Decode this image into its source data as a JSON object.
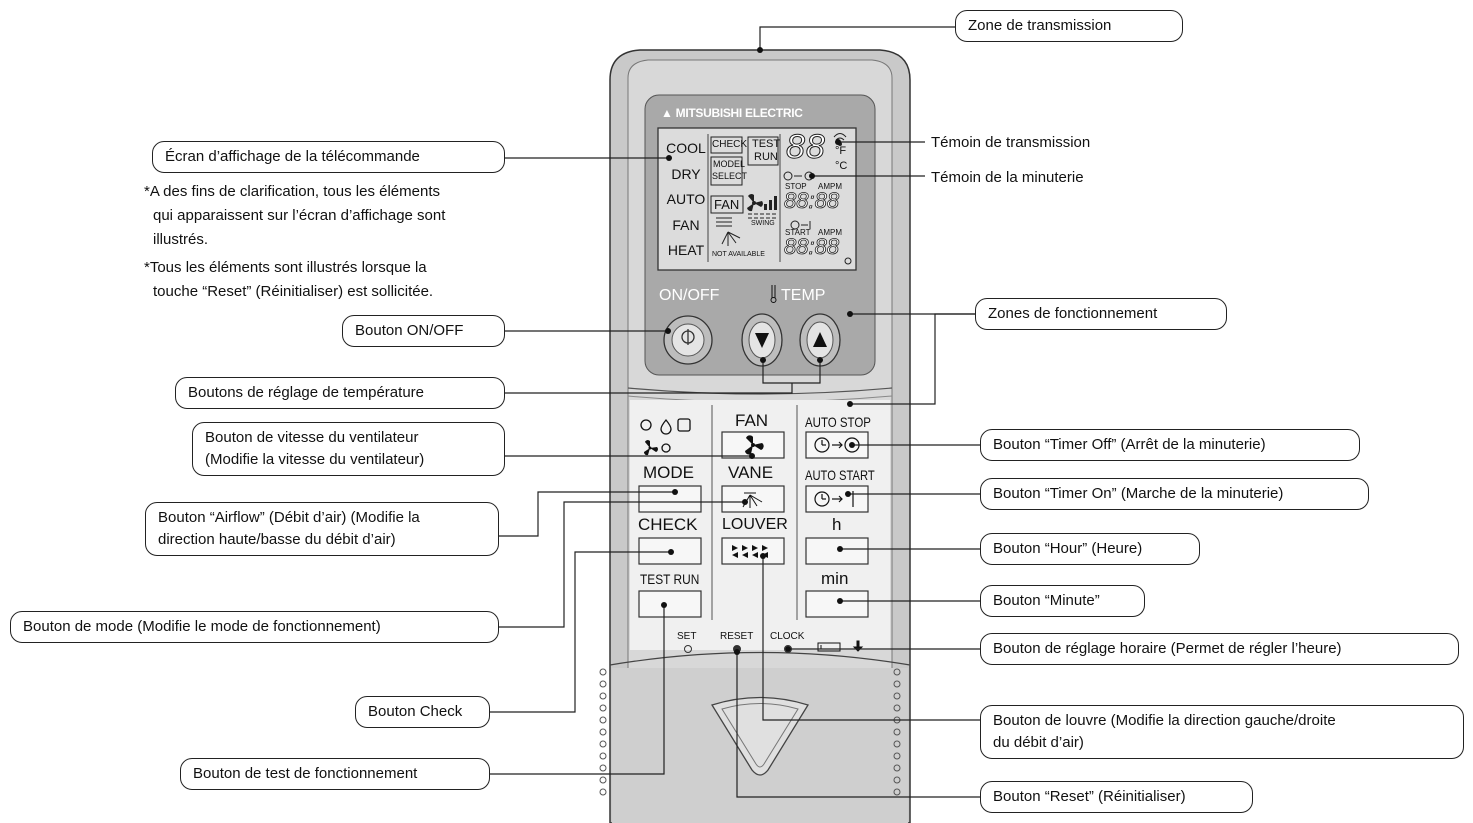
{
  "remote": {
    "brand": "MITSUBISHI ELECTRIC",
    "lcd": {
      "modes": [
        "COOL",
        "DRY",
        "AUTO",
        "FAN",
        "HEAT"
      ],
      "check": "CHECK",
      "test_run": [
        "TEST",
        "RUN"
      ],
      "model_select": [
        "MODEL",
        "SELECT"
      ],
      "fan": "FAN",
      "swing": "SWING",
      "not_available": "NOT AVAILABLE",
      "digits": "88",
      "unit_f": "°F",
      "unit_c": "°C",
      "stop": "STOP",
      "start": "START",
      "ampm": "AMPM",
      "time": "88:88"
    },
    "labels": {
      "on_off": "ON/OFF",
      "temp": "TEMP",
      "fan": "FAN",
      "mode": "MODE",
      "vane": "VANE",
      "check": "CHECK",
      "louver": "LOUVER",
      "test_run": "TEST RUN",
      "auto_stop": "AUTO STOP",
      "auto_start": "AUTO START",
      "hour": "h",
      "minute": "min",
      "set": "SET",
      "reset": "RESET",
      "clock": "CLOCK"
    }
  },
  "callouts": {
    "transmission_zone": "Zone de transmission",
    "display_screen": "Écran d’affichage de la télécommande",
    "transmission_indicator": "Témoin de transmission",
    "timer_indicator": "Témoin de la minuterie",
    "on_off_button": "Bouton ON/OFF",
    "operating_zones": "Zones de fonctionnement",
    "temperature_buttons": "Boutons de réglage de température",
    "fan_speed_button": [
      "Bouton de vitesse du ventilateur",
      "(Modifie la vitesse du ventilateur)"
    ],
    "airflow_button": [
      "Bouton “Airflow” (Débit d’air) (Modifie la",
      "direction haute/basse du débit d’air)"
    ],
    "mode_button": "Bouton de mode (Modifie le mode de fonctionnement)",
    "check_button": "Bouton Check",
    "test_run_button": "Bouton de test de fonctionnement",
    "timer_off_button": "Bouton “Timer Off” (Arrêt de la minuterie)",
    "timer_on_button": "Bouton “Timer On” (Marche de la minuterie)",
    "hour_button": "Bouton “Hour” (Heure)",
    "minute_button": "Bouton “Minute”",
    "clock_button": "Bouton de réglage horaire (Permet de régler l’heure)",
    "louver_button": [
      "Bouton de louvre (Modifie la direction gauche/droite",
      "du débit d’air)"
    ],
    "reset_button": "Bouton “Reset” (Réinitialiser)"
  },
  "notes": {
    "note1": [
      "*A des fins de clarification, tous les éléments",
      "qui apparaissent sur l’écran d’affichage sont",
      "illustrés."
    ],
    "note2": [
      "*Tous les éléments sont illustrés lorsque la",
      "touche “Reset” (Réinitialiser) est sollicitée."
    ]
  }
}
